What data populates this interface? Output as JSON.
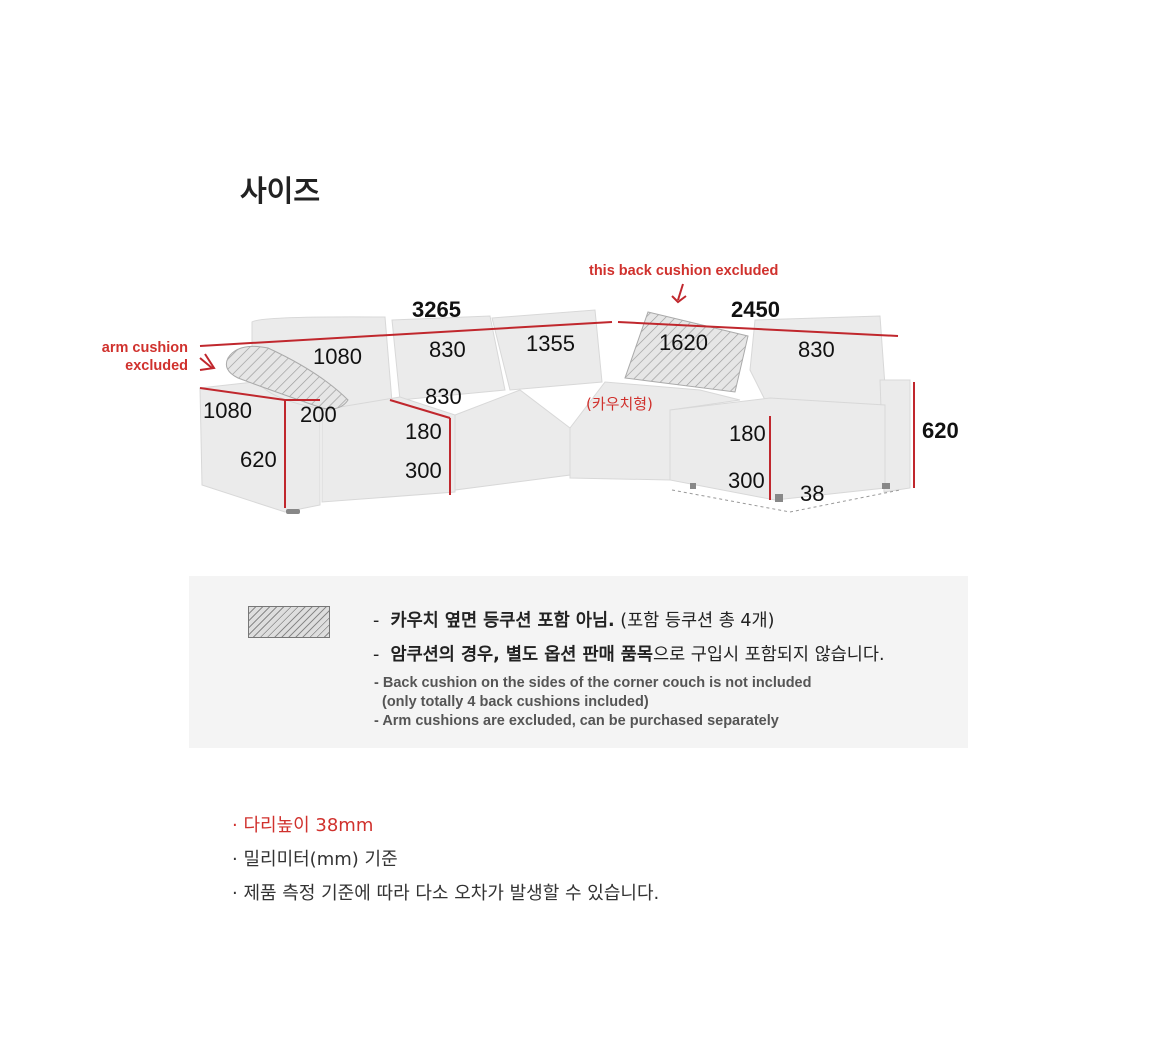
{
  "title": "사이즈",
  "figure": {
    "notes": {
      "back_cushion": "this back cushion excluded",
      "arm_cushion_1": "arm cushion",
      "arm_cushion_2": "excluded",
      "couch_type": "(카우치형)"
    },
    "dims": {
      "total_width": "3265",
      "total_depth": "2450",
      "arm_back": "1080",
      "arm_depth": "1080",
      "arm_width": "200",
      "seat_height_left": "620",
      "seat1_width": "830",
      "seat1_depth": "830",
      "seat_cushion_left": "180",
      "seat_base_left": "300",
      "corner_width": "1355",
      "corner_diag": "1620",
      "couch_width": "830",
      "seat_cushion_right": "180",
      "seat_base_right": "300",
      "leg_height": "38",
      "total_height": "620"
    },
    "colors": {
      "dimension_line": "#c0272d",
      "note_text": "#d0312d"
    }
  },
  "info_box": {
    "line1_prefix": "-",
    "line1_bold": "카우치 옆면 등쿠션 포함 아님.",
    "line1_rest": " (포함 등쿠션 총 4개)",
    "line2_prefix": "-",
    "line2_bold": "암쿠션의 경우, 별도 옵션 판매 품목",
    "line2_rest": "으로 구입시 포함되지 않습니다.",
    "en1": "- Back cushion on the sides of the corner couch is not included",
    "en2": "(only totally 4 back cushions included)",
    "en3": "- Arm cushions are excluded, can be purchased separately"
  },
  "specs": [
    "· 다리높이 38mm",
    "· 밀리미터(mm) 기준",
    "· 제품 측정 기준에 따라 다소 오차가 발생할 수 있습니다."
  ]
}
